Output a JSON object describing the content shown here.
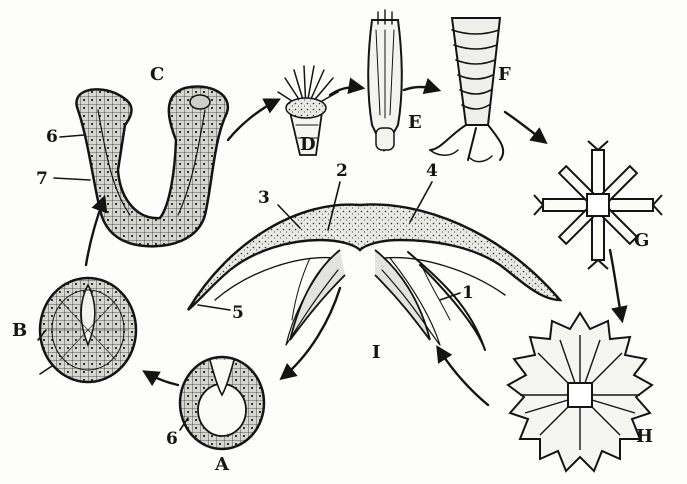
{
  "diagram": {
    "stage_labels": {
      "A": "A",
      "B": "B",
      "C": "C",
      "D": "D",
      "E": "E",
      "F": "F",
      "G": "G",
      "H": "H",
      "I": "I"
    },
    "part_labels": {
      "n1": "1",
      "n2": "2",
      "n3": "3",
      "n4": "4",
      "n5": "5",
      "n6a": "6",
      "n6b": "6",
      "n7": "7"
    }
  }
}
